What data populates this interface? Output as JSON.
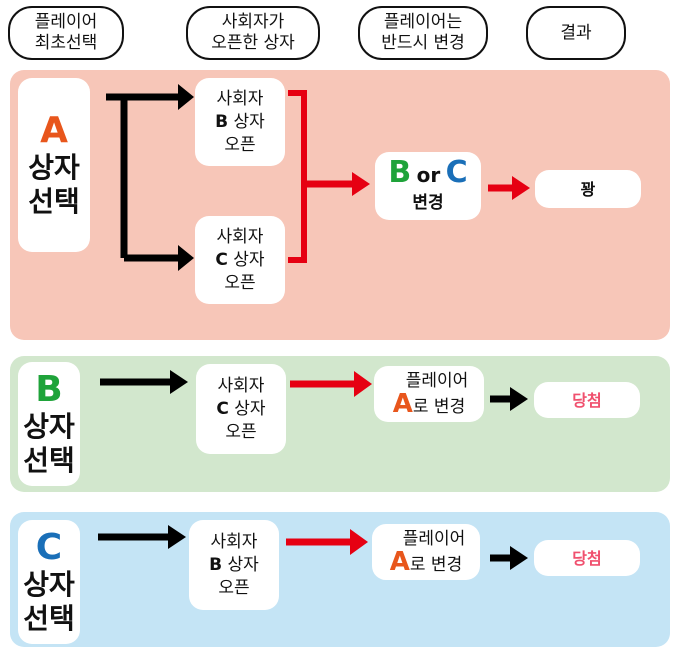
{
  "headers": [
    {
      "line1": "플레이어",
      "line2": "최초선택"
    },
    {
      "line1": "사회자가",
      "line2": "오픈한 상자"
    },
    {
      "line1": "플레이어는",
      "line2": "반드시 변경"
    },
    {
      "line1": "결과",
      "line2": ""
    }
  ],
  "colors": {
    "letter_a": "#e8561c",
    "letter_b": "#1fa33a",
    "letter_c": "#1a6fb8",
    "red_arrow": "#e60012",
    "black_arrow": "#000000",
    "win_text": "#f0506e",
    "panel_a_bg": "#f7c6b8",
    "panel_b_bg": "#d2e7cd",
    "panel_c_bg": "#c4e4f5"
  },
  "panel_a": {
    "choice_letter": "A",
    "choice_line1": "상자",
    "choice_line2": "선택",
    "host1": {
      "line1": "사회자",
      "letter": "B",
      "line2": "상자",
      "line3": "오픈"
    },
    "host2": {
      "line1": "사회자",
      "letter": "C",
      "line2": "상자",
      "line3": "오픈"
    },
    "switch": {
      "letter1": "B",
      "or": "or",
      "letter2": "C",
      "line2": "변경"
    },
    "result": "꽝"
  },
  "panel_b": {
    "choice_letter": "B",
    "choice_line1": "상자",
    "choice_line2": "선택",
    "host": {
      "line1": "사회자",
      "letter": "C",
      "line2": "상자",
      "line3": "오픈"
    },
    "switch": {
      "line1": "플레이어",
      "letter": "A",
      "line2": "로 변경"
    },
    "result": "당첨"
  },
  "panel_c": {
    "choice_letter": "C",
    "choice_line1": "상자",
    "choice_line2": "선택",
    "host": {
      "line1": "사회자",
      "letter": "B",
      "line2": "상자",
      "line3": "오픈"
    },
    "switch": {
      "line1": "플레이어",
      "letter": "A",
      "line2": "로 변경"
    },
    "result": "당첨"
  }
}
